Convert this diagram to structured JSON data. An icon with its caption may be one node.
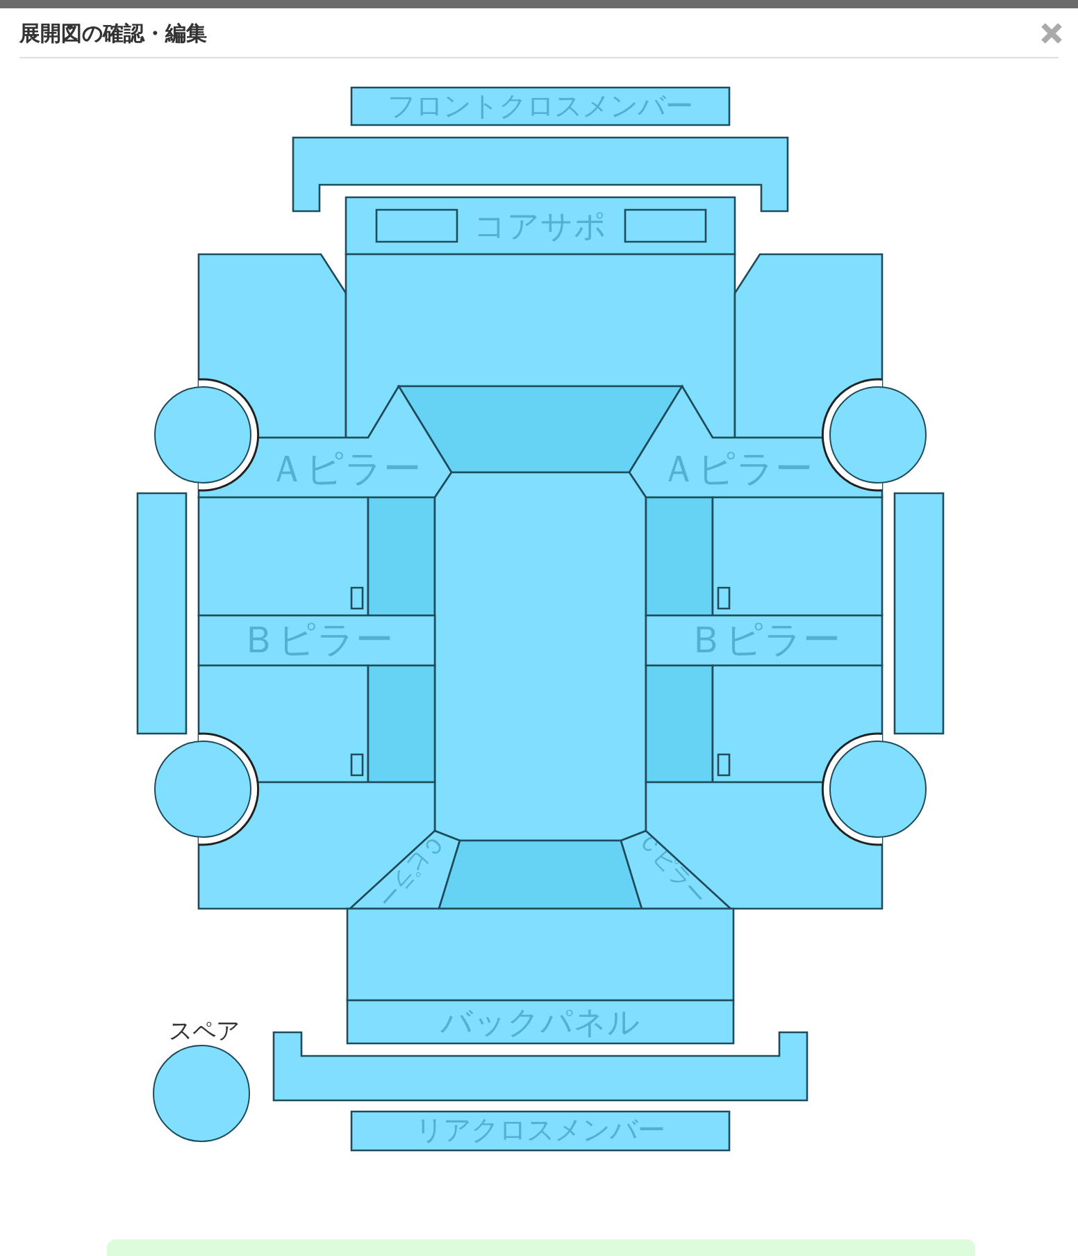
{
  "diagram": {
    "title": "展開図の確認・編集",
    "nodes": [
      {
        "text": [
          "フロントクロスメンバー"
        ]
      },
      {
        "text": [],
        "shape": "bar"
      },
      {
        "text": [
          "コアサポ"
        ]
      },
      {
        "text": [],
        "shape": "box",
        "in": 2
      },
      {
        "text": [],
        "shape": "box",
        "in": 2
      },
      {
        "text": [],
        "shape": "box"
      },
      {
        "text": [],
        "shape": "box"
      },
      {
        "text": [],
        "shape": "box"
      },
      {
        "text": [],
        "shape": "trapezoid"
      },
      {
        "text": [],
        "shape": "circle"
      },
      {
        "text": [
          "Ａピラー"
        ]
      },
      {
        "text": [
          "Ａピラー"
        ]
      },
      {
        "text": [],
        "shape": "circle"
      },
      {
        "text": [],
        "shape": "bar"
      },
      {
        "text": [],
        "shape": "box"
      },
      {
        "text": [],
        "shape": "box",
        "in": 14
      },
      {
        "text": [],
        "shape": "box"
      },
      {
        "text": [],
        "shape": "box"
      },
      {
        "text": [],
        "shape": "box"
      },
      {
        "text": [],
        "shape": "box"
      },
      {
        "text": [],
        "shape": "box",
        "in": 19
      },
      {
        "text": [],
        "shape": "bar"
      },
      {
        "text": [
          "Ｂピラー"
        ]
      },
      {
        "text": [
          "Ｂピラー"
        ]
      },
      {
        "text": [],
        "shape": "box"
      },
      {
        "text": [],
        "shape": "box",
        "in": 24
      },
      {
        "text": [],
        "shape": "box"
      },
      {
        "text": [],
        "shape": "box"
      },
      {
        "text": [],
        "shape": "box"
      },
      {
        "text": [],
        "shape": "box",
        "in": 28
      },
      {
        "text": [],
        "shape": "circle"
      },
      {
        "text": [],
        "shape": "circle"
      },
      {
        "text": [],
        "shape": "box"
      },
      {
        "text": [
          "Ｃピラー"
        ]
      },
      {
        "text": [],
        "shape": "trapezoid"
      },
      {
        "text": [
          "Ｃピラー"
        ]
      },
      {
        "text": [],
        "shape": "box"
      },
      {
        "text": [],
        "shape": "box"
      },
      {
        "text": [
          "バックパネル"
        ]
      },
      {
        "text": [],
        "shape": "bar"
      },
      {
        "text": [],
        "shape": "circle",
        "beside": [
          "スペア"
        ]
      },
      {
        "text": [
          "リアクロスメンバー"
        ]
      }
    ]
  }
}
